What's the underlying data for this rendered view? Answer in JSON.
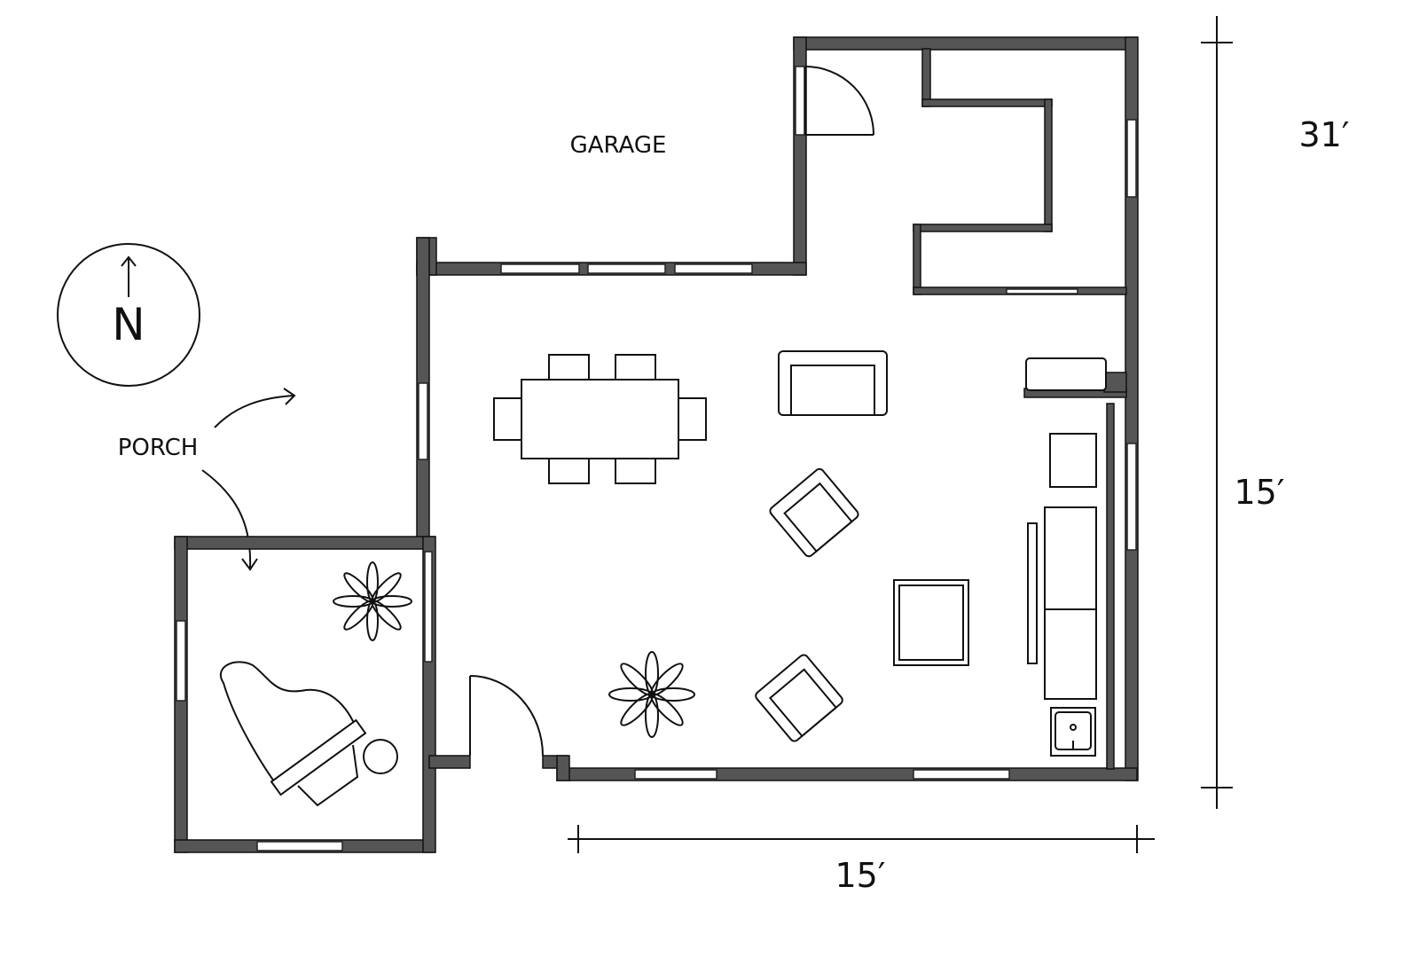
{
  "labels": {
    "garage": "GARAGE",
    "porch": "PORCH",
    "north": "N"
  },
  "dimensions": {
    "total_height": "31′",
    "main_height": "15′",
    "main_width": "15′"
  },
  "colors": {
    "wall": "#555555",
    "line": "#111111",
    "background": "#ffffff"
  }
}
